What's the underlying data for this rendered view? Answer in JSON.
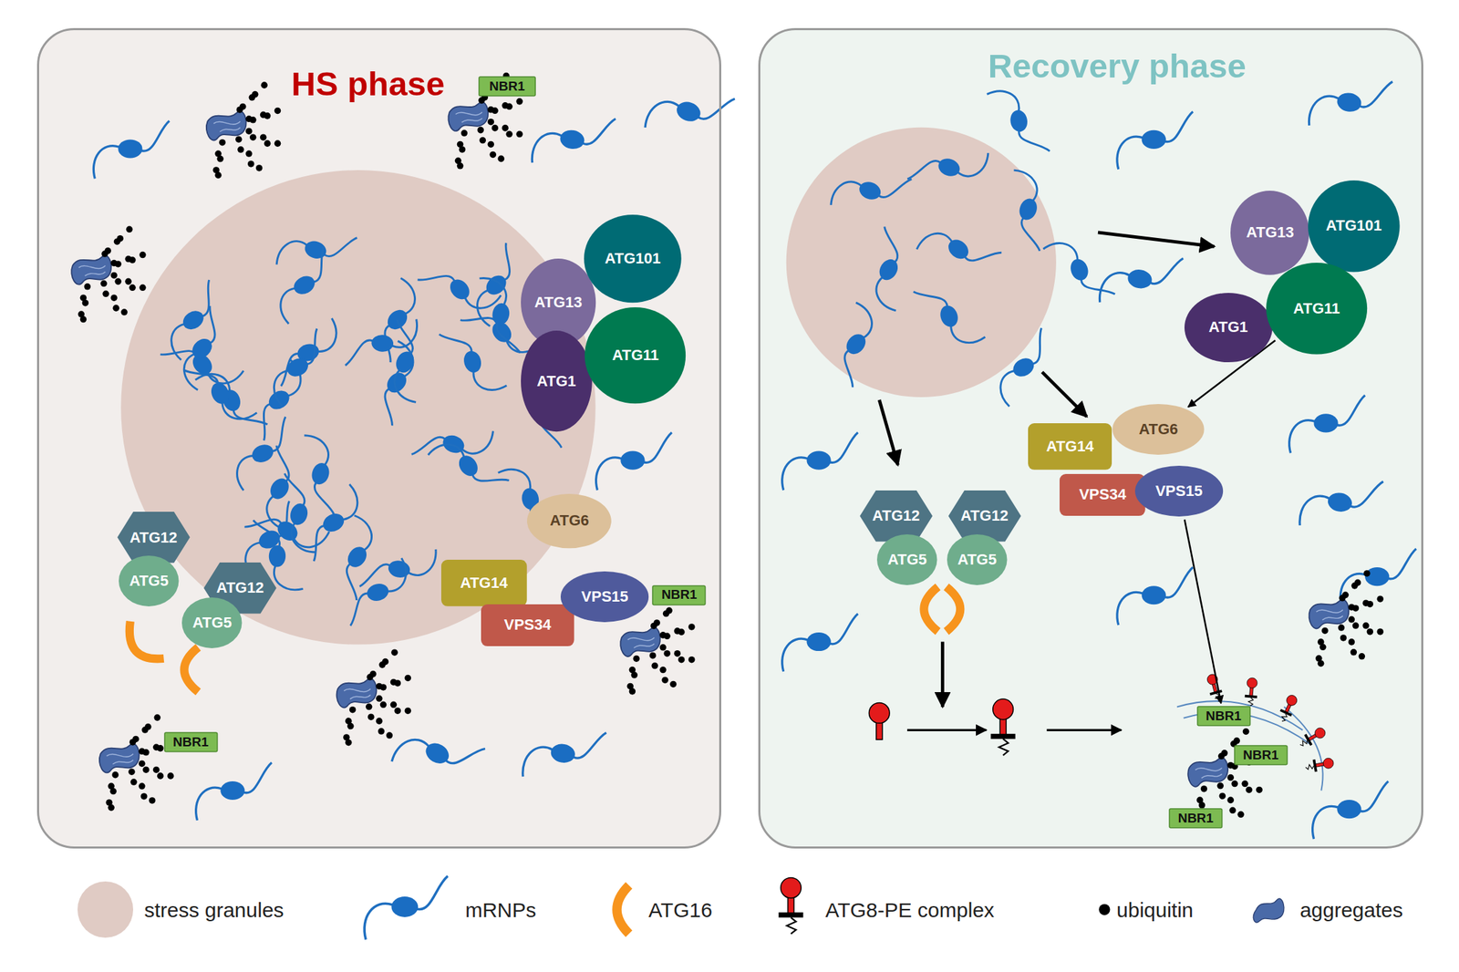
{
  "diagram": {
    "nodes": [
      {
        "text": [
          "HS phase"
        ]
      },
      {
        "text": [
          "NBR1"
        ],
        "in": 0
      },
      {
        "text": [
          "ATG13"
        ],
        "in": 0
      },
      {
        "text": [
          "ATG101"
        ],
        "in": 0
      },
      {
        "text": [
          "ATG1"
        ],
        "in": 0
      },
      {
        "text": [
          "ATG11"
        ],
        "in": 0
      },
      {
        "text": [
          "ATG12"
        ],
        "in": 0
      },
      {
        "text": [
          "ATG5"
        ],
        "in": 0
      },
      {
        "text": [
          "ATG12"
        ],
        "in": 0
      },
      {
        "text": [
          "ATG5"
        ],
        "in": 0
      },
      {
        "text": [
          "ATG6"
        ],
        "in": 0
      },
      {
        "text": [
          "ATG14"
        ],
        "in": 0
      },
      {
        "text": [
          "VPS34"
        ],
        "in": 0
      },
      {
        "text": [
          "VPS15"
        ],
        "in": 0
      },
      {
        "text": [
          "NBR1"
        ],
        "in": 0
      },
      {
        "text": [
          "NBR1"
        ],
        "in": 0
      },
      {
        "text": [
          "Recovery phase"
        ]
      },
      {
        "text": [
          "ATG13"
        ],
        "in": 16
      },
      {
        "text": [
          "ATG101"
        ],
        "in": 16
      },
      {
        "text": [
          "ATG1"
        ],
        "in": 16
      },
      {
        "text": [
          "ATG11"
        ],
        "in": 16
      },
      {
        "text": [
          "ATG14"
        ],
        "in": 16
      },
      {
        "text": [
          "ATG6"
        ],
        "in": 16
      },
      {
        "text": [
          "VPS34"
        ],
        "in": 16
      },
      {
        "text": [
          "VPS15"
        ],
        "in": 16
      },
      {
        "text": [
          "ATG12"
        ],
        "in": 16
      },
      {
        "text": [
          "ATG5"
        ],
        "in": 16
      },
      {
        "text": [
          "ATG12"
        ],
        "in": 16
      },
      {
        "text": [
          "ATG5"
        ],
        "in": 16
      },
      {
        "text": [
          "NBR1"
        ],
        "in": 16
      },
      {
        "text": [
          "NBR1"
        ],
        "in": 16
      },
      {
        "text": [
          "NBR1"
        ],
        "in": 16
      }
    ],
    "edges": [
      {
        "from": 20,
        "to": 22,
        "arrow": "to"
      },
      {
        "from": 24,
        "to": 29,
        "arrow": "to"
      }
    ],
    "legend": [
      {
        "text": "stress granules",
        "color": "#e0cbc4"
      },
      {
        "text": "mRNPs"
      },
      {
        "text": "ATG16"
      },
      {
        "text": "ATG8-PE  complex"
      },
      {
        "text": "ubiquitin"
      },
      {
        "text": "aggregates"
      }
    ]
  }
}
